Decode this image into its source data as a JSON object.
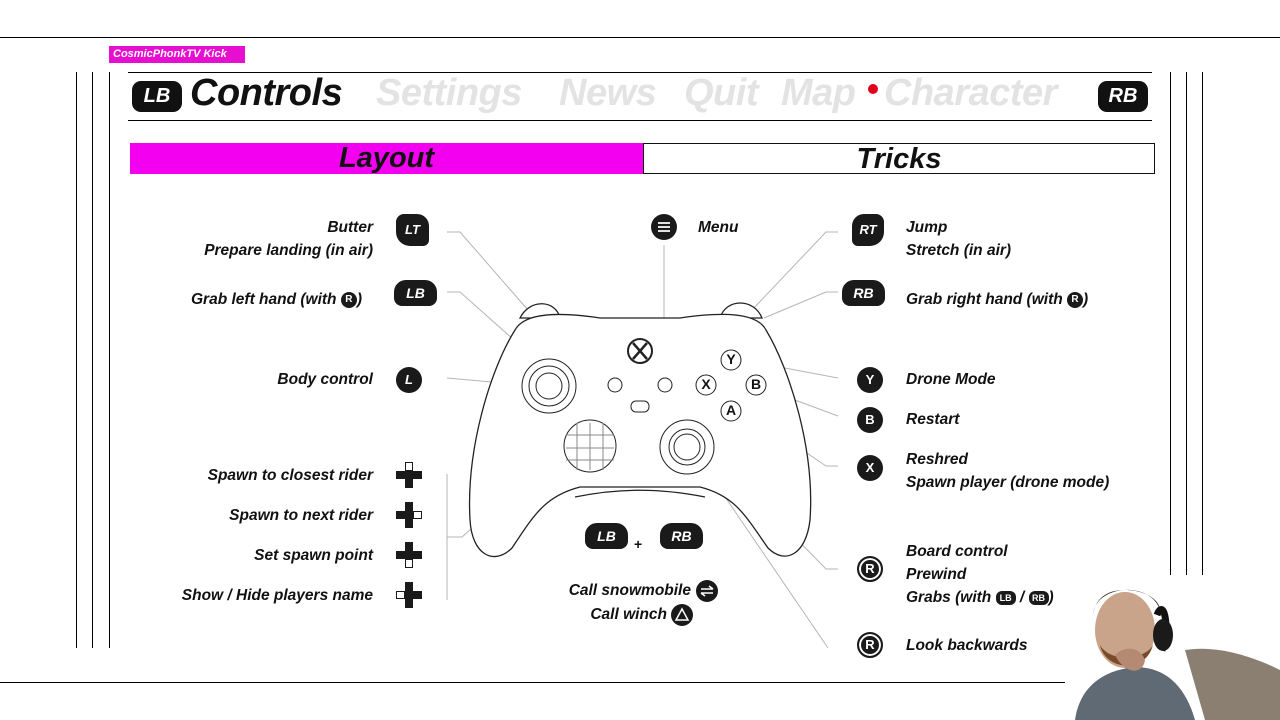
{
  "stream_tag": "CosmicPhonkTV Kick",
  "header": {
    "left_bumper": "LB",
    "right_bumper": "RB",
    "tabs": [
      {
        "label": "Controls",
        "active": true
      },
      {
        "label": "Settings",
        "active": false
      },
      {
        "label": "News",
        "active": false
      },
      {
        "label": "Quit",
        "active": false
      },
      {
        "label": "Map",
        "active": false
      },
      {
        "label": "Character",
        "active": false
      }
    ]
  },
  "segments": {
    "layout": "Layout",
    "tricks": "Tricks",
    "active": "layout"
  },
  "left_labels": {
    "butter": "Butter",
    "prepare_landing": "Prepare landing (in air)",
    "grab_left": "Grab left hand (with ",
    "grab_left_close": ")",
    "body_control": "Body control",
    "spawn_closest": "Spawn to closest rider",
    "spawn_next": "Spawn to next rider",
    "set_spawn": "Set spawn point",
    "show_hide": "Show / Hide players name"
  },
  "center_labels": {
    "menu": "Menu",
    "call_snowmobile": "Call snowmobile",
    "call_winch": "Call winch",
    "combo_plus": "+"
  },
  "right_labels": {
    "jump": "Jump",
    "stretch": "Stretch (in air)",
    "grab_right": "Grab right hand (with ",
    "grab_right_close": ")",
    "drone_mode": "Drone Mode",
    "restart": "Restart",
    "reshred": "Reshred",
    "spawn_player": "Spawn player (drone mode)",
    "board_control": "Board control",
    "prewind": "Prewind",
    "grabs": "Grabs (with ",
    "grabs_sep": " / ",
    "grabs_close": ")",
    "look_backwards": "Look backwards"
  },
  "button_glyphs": {
    "lt": "LT",
    "lb": "LB",
    "rt": "RT",
    "rb": "RB",
    "l": "L",
    "r": "R",
    "y": "Y",
    "b": "B",
    "x": "X",
    "a": "A"
  },
  "colors": {
    "accent": "#f400f0",
    "twitch": "#e60fd0",
    "dim_tab": "#e3e3e3",
    "icon_bg": "#1a1a1a",
    "record_dot": "#e0001b"
  },
  "icons": {
    "menu": "menu-icon",
    "xbox": "xbox-logo-icon",
    "dpad": "dpad-icon",
    "snowmobile": "snowmobile-icon",
    "winch": "winch-icon"
  }
}
